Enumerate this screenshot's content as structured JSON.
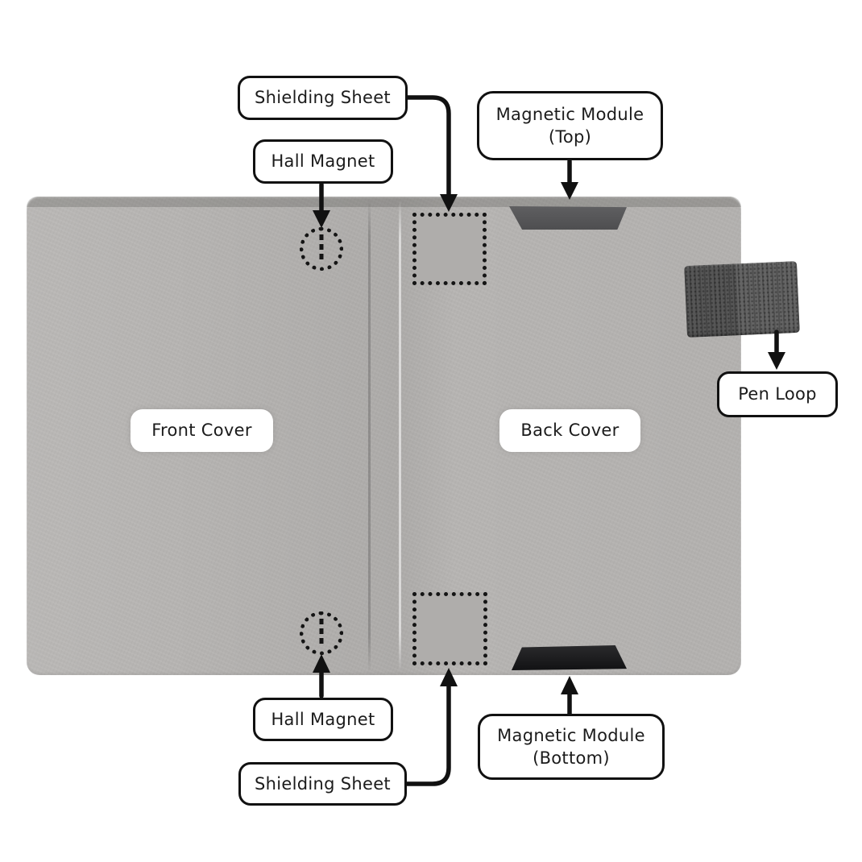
{
  "diagram": {
    "subject": "open e-reader folio case, inside view, annotated parts",
    "labels": {
      "shielding_sheet_top": "Shielding Sheet",
      "hall_magnet_top": "Hall Magnet",
      "magnetic_module_top_line1": "Magnetic Module",
      "magnetic_module_top_line2": "(Top)",
      "pen_loop": "Pen Loop",
      "front_cover": "Front Cover",
      "back_cover": "Back Cover",
      "hall_magnet_bottom": "Hall Magnet",
      "magnetic_module_bottom_line1": "Magnetic Module",
      "magnetic_module_bottom_line2": "(Bottom)",
      "shielding_sheet_bottom": "Shielding Sheet"
    },
    "colors": {
      "background": "#ffffff",
      "cover_gray": "#b5b3b1",
      "shield_square_fill": "#afadab",
      "magnetic_module_top": "#58585a",
      "magnetic_module_bottom": "#1a1a1c",
      "pen_loop_fabric": "#5e5e5e",
      "outline_black": "#111111",
      "label_background": "#ffffff",
      "label_text": "#1b1b1b"
    }
  }
}
